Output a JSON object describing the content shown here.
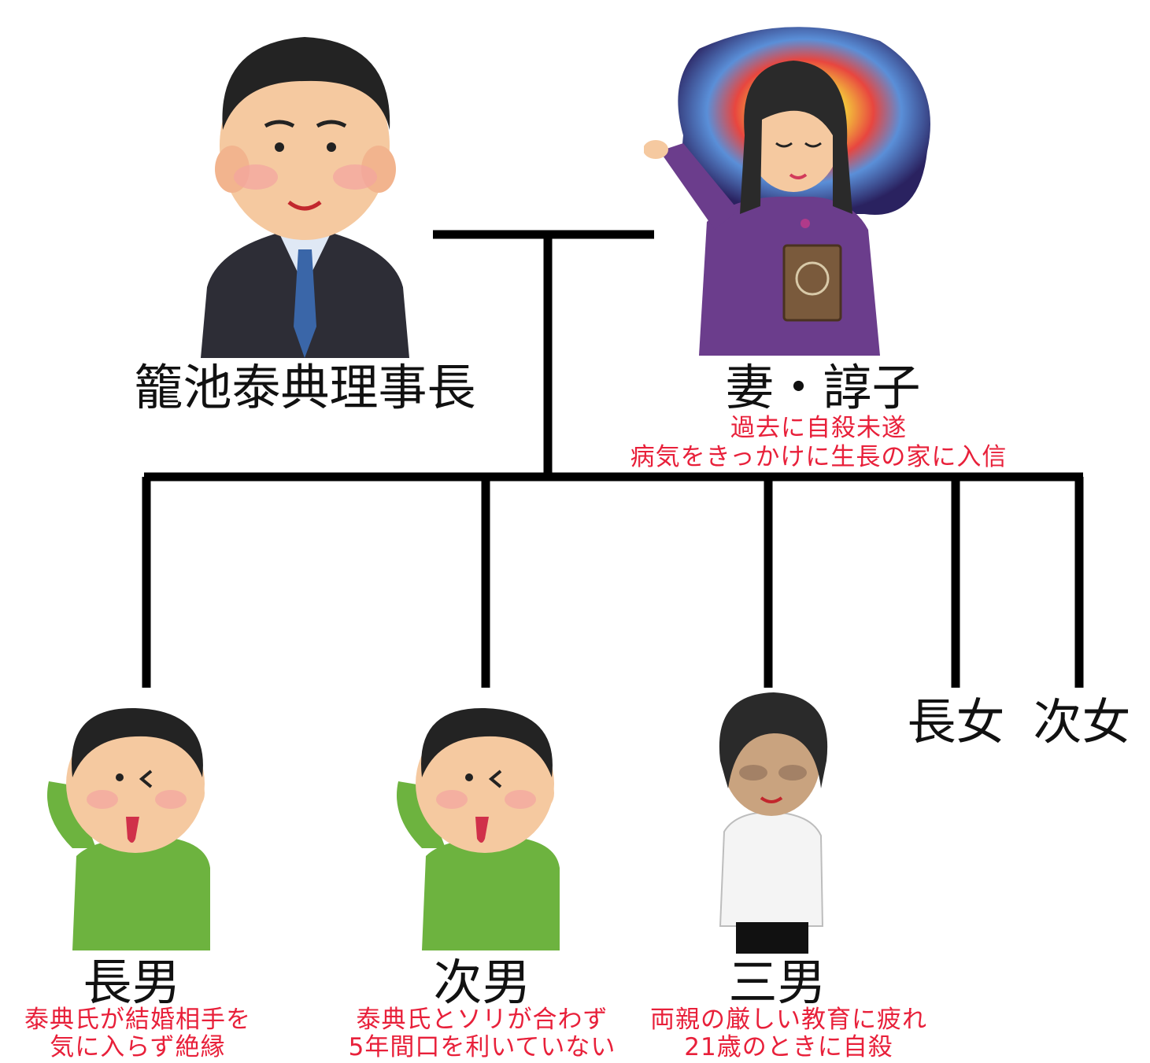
{
  "father": {
    "name": "籠池泰典理事長"
  },
  "mother": {
    "name": "妻・諄子",
    "notes": [
      "過去に自殺未遂",
      "病気をきっかけに生長の家に入信"
    ]
  },
  "children": [
    {
      "name": "長男",
      "notes": [
        "泰典氏が結婚相手を",
        "気に入らず絶縁"
      ]
    },
    {
      "name": "次男",
      "notes": [
        "泰典氏とソリが合わず",
        "5年間口を利いていない"
      ]
    },
    {
      "name": "三男",
      "notes": [
        "両親の厳しい教育に疲れ",
        "21歳のときに自殺"
      ]
    },
    {
      "name": "長女"
    },
    {
      "name": "次女"
    }
  ],
  "colors": {
    "line": "#000000",
    "note": "#e8203a",
    "sweater": "#6db33f",
    "suit": "#2d2d36",
    "dress": "#6b3d8c"
  }
}
